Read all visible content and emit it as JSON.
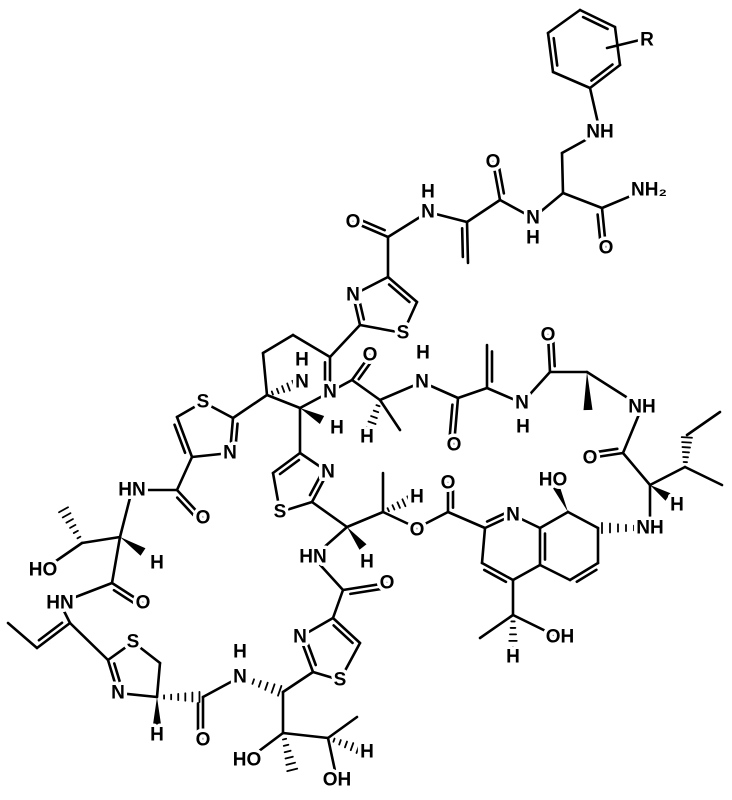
{
  "diagram": {
    "type": "chemical-structure",
    "colors": {
      "bond": "#000000",
      "background": "#ffffff"
    },
    "labels": [
      "R",
      "NH",
      "O",
      "NH₂",
      "O",
      "N",
      "H",
      "N",
      "H",
      "O",
      "N",
      "S",
      "O",
      "H",
      "N",
      "O",
      "N",
      "H",
      "O",
      "NH",
      "O",
      "H",
      "NH",
      "HO",
      "N",
      "O",
      "O",
      "H",
      "OH",
      "H",
      "N",
      "H",
      "N",
      "H",
      "H",
      "S",
      "N",
      "O",
      "HN",
      "H",
      "HO",
      "O",
      "HN",
      "S",
      "N",
      "H",
      "O",
      "N",
      "H",
      "N",
      "S",
      "O",
      "HN",
      "H",
      "S",
      "N",
      "HO",
      "H",
      "OH"
    ]
  }
}
